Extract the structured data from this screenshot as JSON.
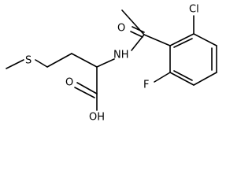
{
  "molecule": {
    "atoms": {
      "cl": "Cl",
      "o_ketone": "O",
      "nh": "NH",
      "s": "S",
      "f": "F",
      "o_acid": "O",
      "oh": "OH"
    }
  }
}
